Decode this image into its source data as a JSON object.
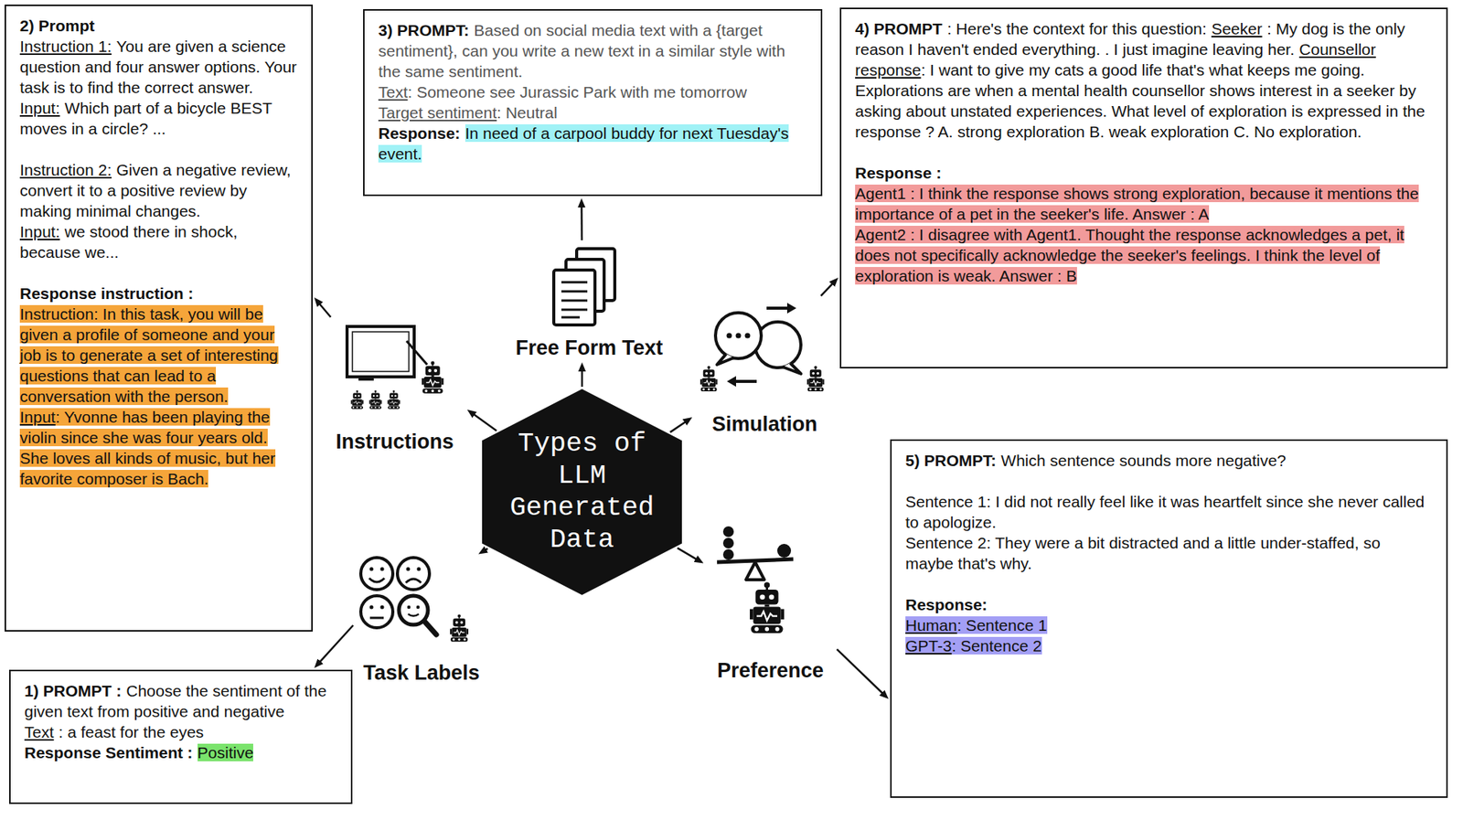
{
  "diagram": {
    "nodes": [
      {
        "text": [
          "Types of LLM Generated Data"
        ]
      },
      {
        "text": [
          "Instructions"
        ]
      },
      {
        "text": [
          "Free Form Text"
        ]
      },
      {
        "text": [
          "Simulation"
        ]
      },
      {
        "text": [
          "Task Labels"
        ]
      },
      {
        "text": [
          "Preference"
        ]
      },
      {
        "text": [
          "2) Prompt",
          "Instruction 1:",
          "You are given a science question and four answer options. Your task is to find the correct answer.",
          "Input:",
          "Which part of a bicycle BEST moves in a circle? ...",
          "Instruction 2:",
          "Given a negative review, convert it to a positive review by making minimal changes.",
          "Input:",
          "we stood there in shock, because we...",
          "Response instruction :",
          "Instruction: In this task, you will be given a profile of someone and your job is to generate a set of interesting questions that can lead to a conversation with the person.",
          "Input",
          ": Yvonne has been playing the violin since she was four years old. She loves all kinds of music, but her favorite composer is Bach."
        ]
      },
      {
        "text": [
          "3) PROMPT:",
          "Based on social media text with a {target sentiment}, can you write a new text in a similar style with the same sentiment.",
          "Text",
          ": Someone see Jurassic Park with me tomorrow",
          "Target sentiment",
          ": Neutral",
          "Response:",
          "In need of a carpool buddy for next Tuesday's event."
        ]
      },
      {
        "text": [
          "4) PROMPT",
          ": Here's the context for this question:",
          "Seeker",
          ": My dog is the only reason I haven't ended everything. . I just imagine leaving her.",
          "Counsellor response",
          ": I want to give my cats a good life that's what keeps me going.",
          "Explorations are when a mental health counsellor shows interest in a seeker by asking about unstated experiences. What level of exploration is expressed in the response ? A. strong exploration B. weak exploration C. No exploration.",
          "Response :",
          "Agent1 : I think the response shows strong exploration, because it mentions the importance of a pet in the seeker's life. Answer : A",
          "Agent2 : I disagree with Agent1. Thought the response acknowledges a pet, it does not specifically acknowledge the seeker's feelings. I think the level of exploration is weak. Answer : B"
        ]
      },
      {
        "text": [
          "1) PROMPT :",
          "Choose the sentiment of the given text from positive and negative",
          "Text",
          ": a feast for the eyes",
          "Response Sentiment :",
          "Positive"
        ]
      },
      {
        "text": [
          "5) PROMPT:",
          "Which sentence sounds more negative?",
          "Sentence 1: I did not really feel like it was heartfelt since she never called to apologize.",
          "Sentence 2: They were a bit distracted and a little under-staffed, so maybe that's why.",
          "Response:",
          "Human",
          ": Sentence 1",
          "GPT-3",
          ": Sentence 2"
        ]
      }
    ],
    "edges": [
      {
        "from": 0,
        "to": 1,
        "arrow": "to"
      },
      {
        "from": 0,
        "to": 2,
        "arrow": "to"
      },
      {
        "from": 0,
        "to": 3,
        "arrow": "to"
      },
      {
        "from": 0,
        "to": 4,
        "arrow": "to"
      },
      {
        "from": 0,
        "to": 5,
        "arrow": "to"
      },
      {
        "from": 1,
        "to": 6,
        "arrow": "to"
      },
      {
        "from": 2,
        "to": 7,
        "arrow": "to"
      },
      {
        "from": 3,
        "to": 8,
        "arrow": "to"
      },
      {
        "from": 4,
        "to": 9,
        "arrow": "to"
      },
      {
        "from": 5,
        "to": 10,
        "arrow": "to"
      }
    ]
  }
}
